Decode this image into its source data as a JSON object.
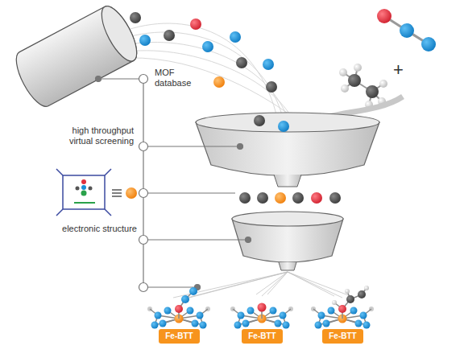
{
  "diagram": {
    "nodes": [
      {
        "text": [
          "Fe-BTT"
        ]
      },
      {
        "text": [
          "Fe-BTT"
        ]
      },
      {
        "text": [
          "Fe-BTT"
        ]
      }
    ],
    "labels": [
      "MOF database",
      "high throughput virtual screening",
      "electronic structure"
    ]
  }
}
